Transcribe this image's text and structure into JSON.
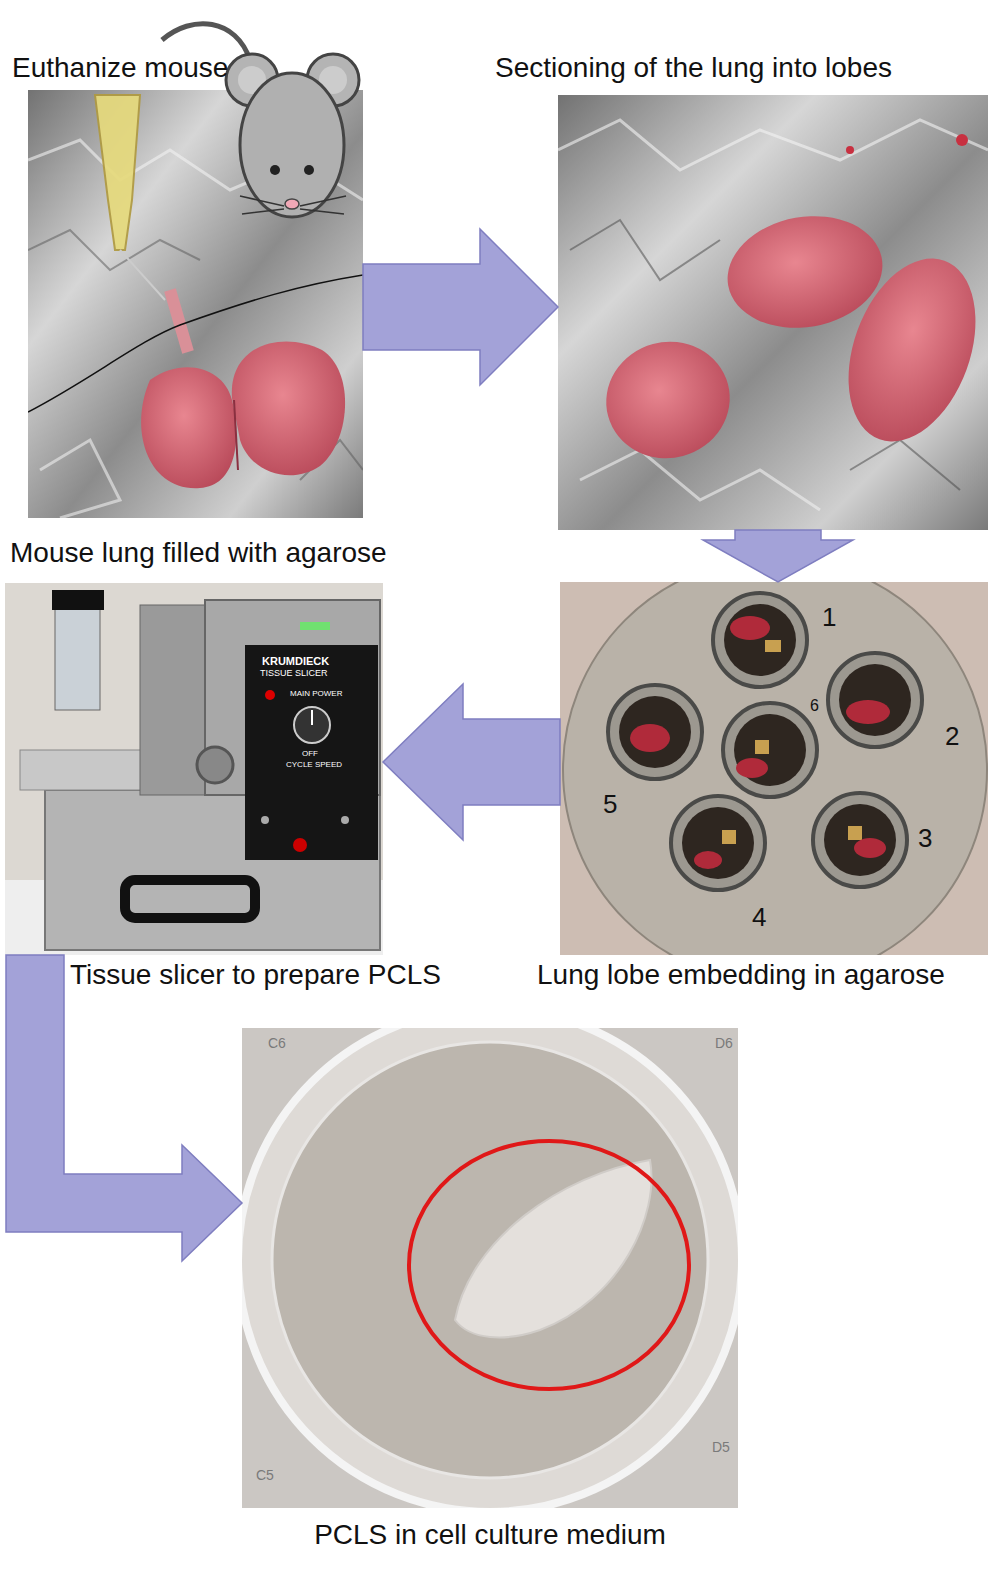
{
  "diagram": {
    "nodes": [
      {
        "text": [
          "Euthanize mouse",
          "Mouse lung filled with agarose"
        ]
      },
      {
        "text": [
          "Sectioning of the lung into lobes"
        ]
      },
      {
        "text": [
          "Lung lobe embedding in agarose"
        ]
      },
      {
        "text": [
          "Tissue slicer to prepare PCLS"
        ]
      },
      {
        "text": [
          "PCLS in cell culture medium"
        ]
      }
    ],
    "edges": [
      {
        "from": 0,
        "to": 1,
        "arrow": "to"
      },
      {
        "from": 1,
        "to": 2,
        "arrow": "to"
      },
      {
        "from": 2,
        "to": 3,
        "arrow": "to"
      },
      {
        "from": 3,
        "to": 4,
        "arrow": "to"
      }
    ],
    "labels": [
      "KRUMDIECK",
      "TISSUE SLICER",
      "MAIN POWER",
      "OFF",
      "CYCLE SPEED",
      "1",
      "2",
      "6",
      "5",
      "3",
      "4",
      "C6",
      "D6",
      "C5",
      "D5"
    ]
  }
}
